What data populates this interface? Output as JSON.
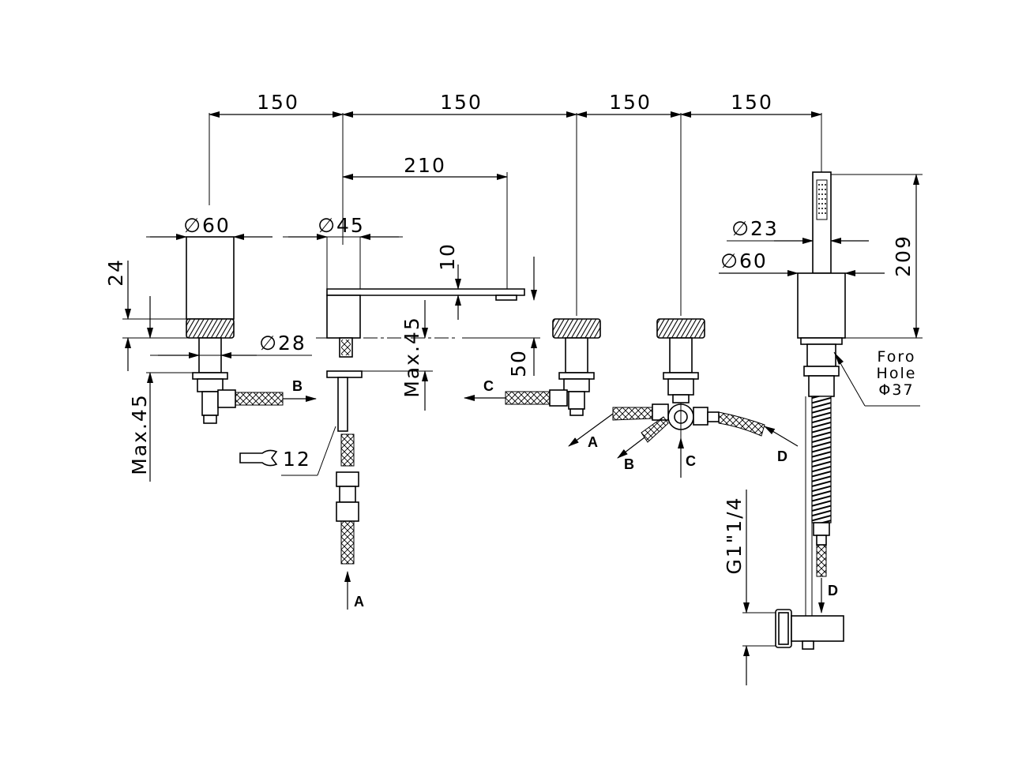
{
  "dimensions": {
    "spacing_1": "150",
    "spacing_2": "150",
    "spacing_3": "150",
    "spacing_4": "150",
    "spout_reach": "210",
    "handle_diameter": "∅60",
    "spout_diameter": "∅45",
    "handshower_diameter": "∅23",
    "handshower_base_diameter": "∅60",
    "shank_diameter": "∅28",
    "handle_height": "24",
    "max_deck_left": "Max.45",
    "spout_thickness": "10",
    "max_deck_center": "Max.45",
    "spout_height": "50",
    "handshower_height": "209",
    "wrench_size": "12",
    "thread_size": "G1\"1/4"
  },
  "hole_note": {
    "line1": "Foro",
    "line2": "Hole",
    "line3": "Φ37"
  },
  "connection_labels": {
    "b_left": "B",
    "a_bottom": "A",
    "c_right_valve": "C",
    "a_diverter": "A",
    "b_diverter": "B",
    "c_diverter": "C",
    "d_diverter": "D",
    "d_hose": "D"
  }
}
